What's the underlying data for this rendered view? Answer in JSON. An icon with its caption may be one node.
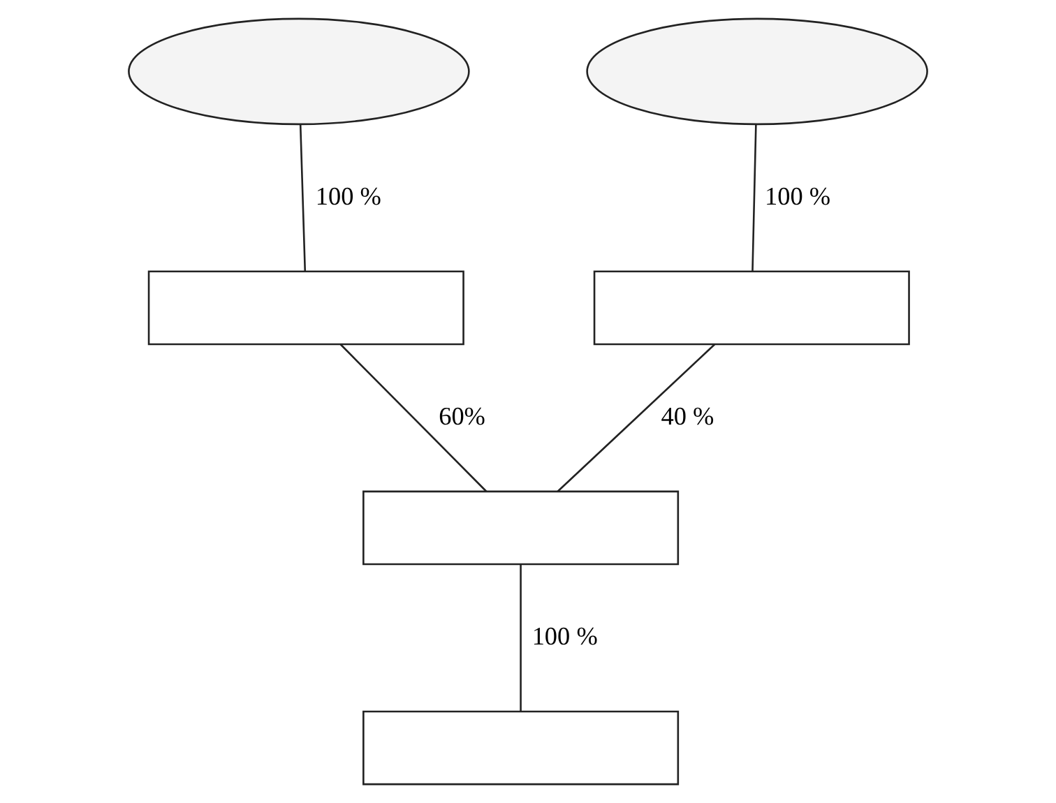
{
  "diagram": {
    "nodes": [
      {
        "text": [],
        "shape": "ellipse"
      },
      {
        "text": [],
        "shape": "ellipse"
      },
      {
        "text": [],
        "shape": "box"
      },
      {
        "text": [],
        "shape": "box"
      },
      {
        "text": [],
        "shape": "box"
      },
      {
        "text": [],
        "shape": "box"
      }
    ],
    "edges": [
      {
        "from": 0,
        "to": 2,
        "arrow": "none",
        "label": "100 %"
      },
      {
        "from": 1,
        "to": 3,
        "arrow": "none",
        "label": "100 %"
      },
      {
        "from": 2,
        "to": 4,
        "arrow": "none",
        "label": "60%"
      },
      {
        "from": 3,
        "to": 4,
        "arrow": "none",
        "label": "40 %"
      },
      {
        "from": 4,
        "to": 5,
        "arrow": "none",
        "label": "100 %"
      }
    ]
  }
}
